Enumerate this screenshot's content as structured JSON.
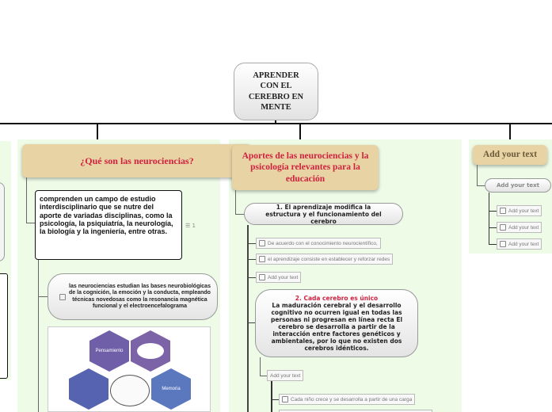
{
  "root": {
    "label": "APRENDER CON EL CEREBRO EN MENTE"
  },
  "branch1": {
    "title": "¿Qué son las neurociencias?",
    "text": "comprenden un campo de estudio interdisciplinario que se nutre del aporte de variadas disciplinas, como la psicología, la psiquiatría, la neurología, la biología y la ingeniería, entre otras.",
    "note_count": "1",
    "bubble": "las neurociencias estudian las bases neurobiológicas de la cognición, la emoción y la conducta, empleando técnicas novedosas como la resonancia magnética funcional y el electroencefalograma",
    "image_labels": [
      "Pensamiento",
      "Memoria"
    ]
  },
  "branch2": {
    "title": "Aportes de las neurociencias y la psicología relevantes para la educación",
    "node1": "1. El aprendizaje modifica la estructura y el funcionamiento del cerebro",
    "items1": [
      "De acuerdo con el conocimiento neurocientífico,",
      "el aprendizaje consiste en establecer y reforzar redes",
      "Add your text"
    ],
    "node2_heading": "2. Cada cerebro es único",
    "node2_text": "La maduración cerebral y el desarrollo cognitivo no ocurren igual en todas las personas ni progresan en línea recta El cerebro se desarrolla a partir de la interacción entre factores genéticos y ambientales, por lo que no existen dos cerebros idénticos.",
    "sub": "Add your text",
    "items2": [
      "Cada niño crece y se desarrolla a partir de una carga"
    ]
  },
  "branch3": {
    "title": "Add your text",
    "node": "Add your text",
    "items": [
      "Add your text",
      "Add your text",
      "Add your text"
    ]
  },
  "colors": {
    "panel": "#edfbe7",
    "title_bg": "#e8d3a4",
    "title_text": "#d0223f"
  }
}
